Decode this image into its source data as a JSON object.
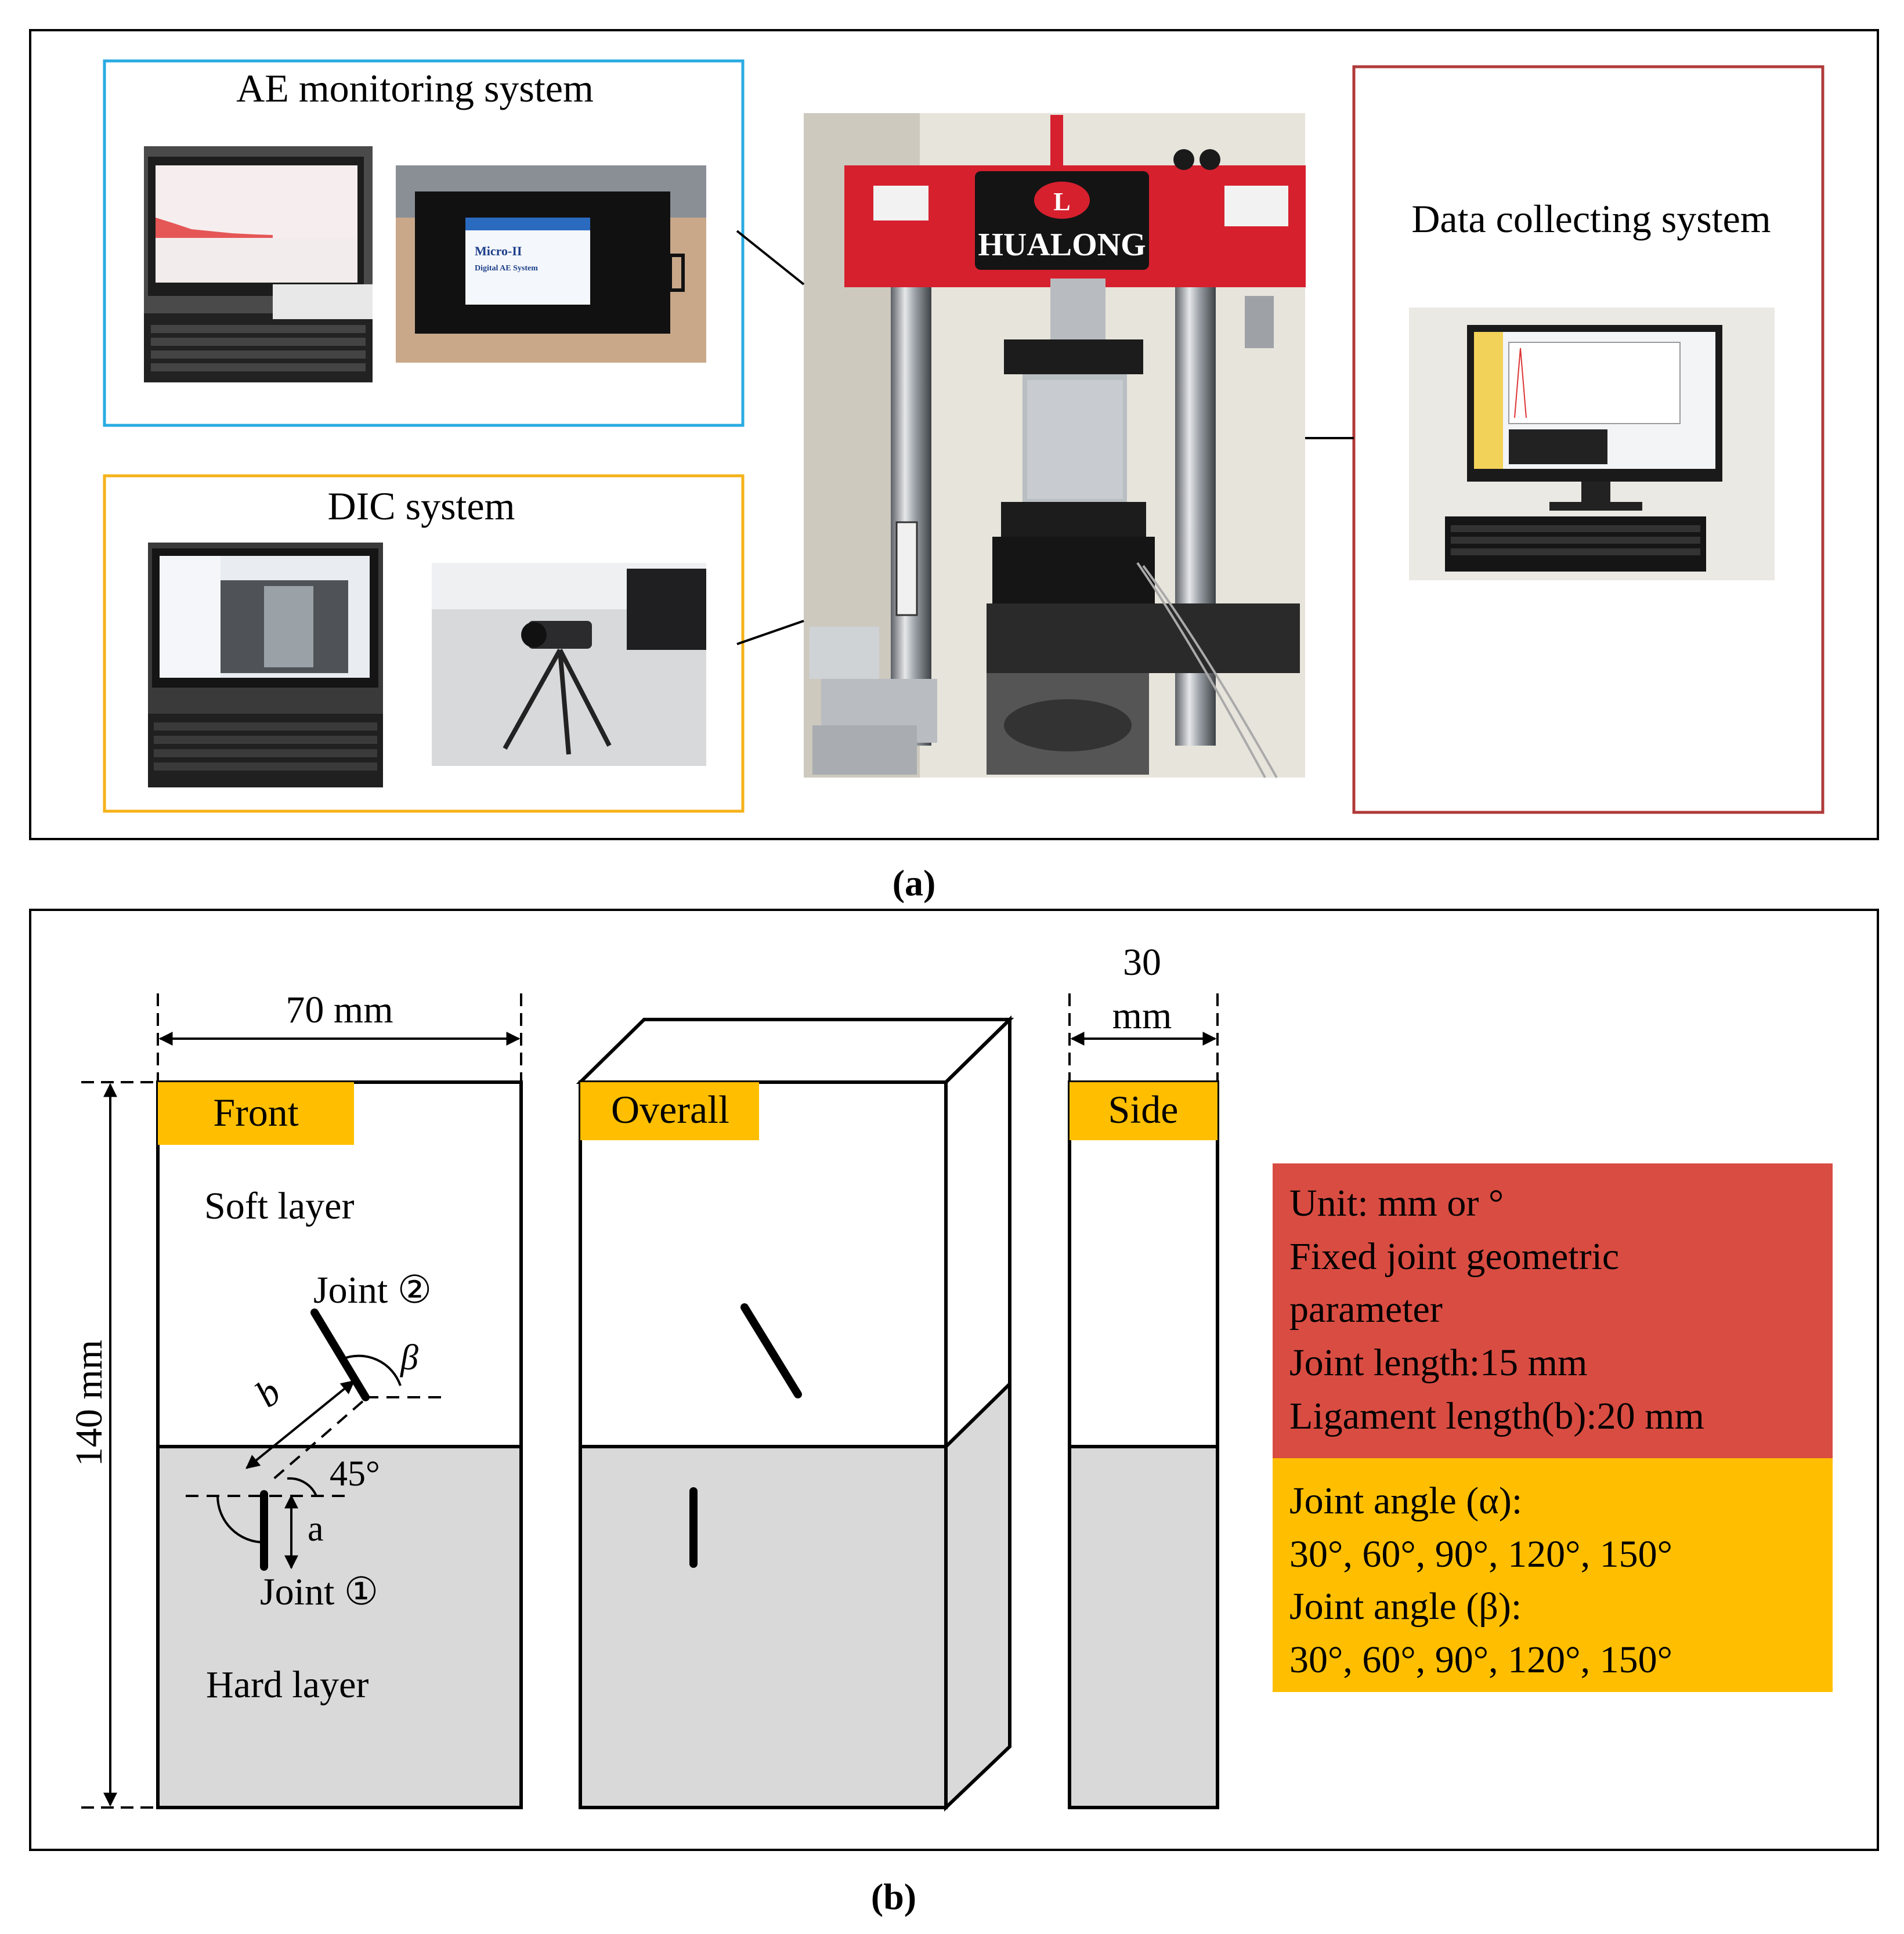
{
  "panel_a": {
    "caption": "(a)",
    "ae": {
      "title": "AE monitoring system",
      "device_line1": "Micro-II",
      "device_line2": "Digital AE System"
    },
    "dic": {
      "title": "DIC system"
    },
    "data": {
      "title": "Data collecting system"
    },
    "machine": {
      "brand": "HUALONG",
      "logo_letter": "L"
    }
  },
  "panel_b": {
    "caption": "(b)",
    "dims": {
      "width": "70 mm",
      "height": "140 mm",
      "depth_num": "30",
      "depth_unit": "mm"
    },
    "views": {
      "front": "Front",
      "overall": "Overall",
      "side": "Side"
    },
    "layers": {
      "soft": "Soft layer",
      "hard": "Hard layer"
    },
    "labels": {
      "joint2": "Joint ②",
      "joint1": "Joint ①",
      "beta": "β",
      "b": "b",
      "angle45": "45°",
      "a": "a"
    },
    "info": {
      "red_lines": [
        "Unit: mm or °",
        "Fixed joint geometric",
        "parameter",
        "Joint length:15 mm",
        "Ligament length(b):20 mm"
      ],
      "alpha_label": "Joint angle (α):",
      "alpha_values": "30°, 60°, 90°, 120°, 150°",
      "beta_label": "Joint angle (β):",
      "beta_values": "30°, 60°, 90°, 120°, 150°"
    }
  },
  "colors": {
    "ae_box": "#29abe2",
    "dic_box": "#f5b21a",
    "data_box": "#b03a3a",
    "red_panel": "#d94c42",
    "yellow_panel": "#ffbf00",
    "label_bg": "#ffbf00",
    "hard_layer": "#d9d9d9",
    "machine_red": "#d6202e"
  }
}
